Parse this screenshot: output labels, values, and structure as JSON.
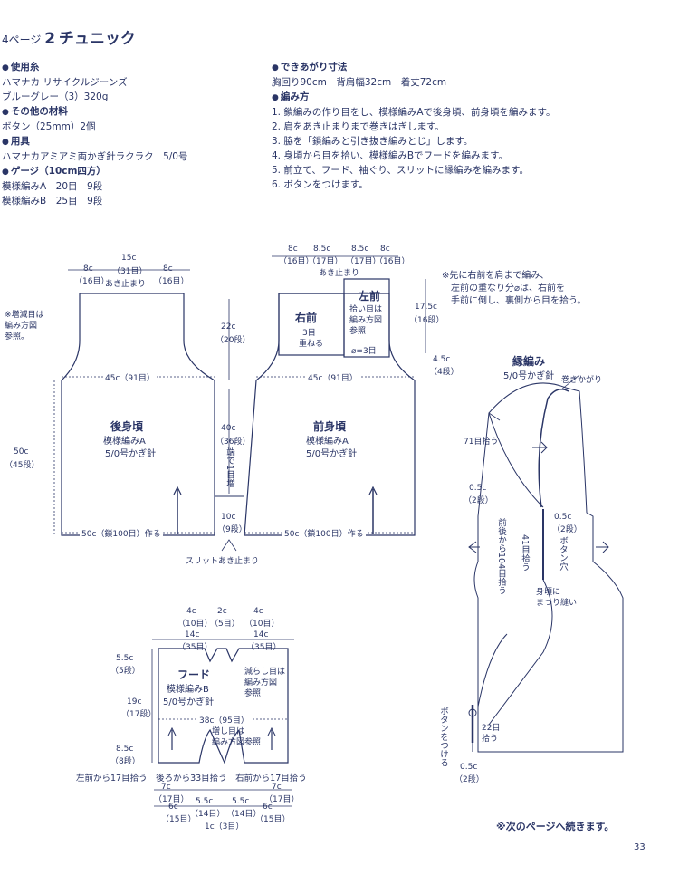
{
  "header": {
    "page_ref": "4ページ",
    "number": "2",
    "name": "チュニック"
  },
  "materials": {
    "yarn_title": "使用糸",
    "yarn_line1": "ハマナカ リサイクルジーンズ",
    "yarn_line2": "ブルーグレー（3）320g",
    "other_title": "その他の材料",
    "other_line1": "ボタン（25mm）2個",
    "tools_title": "用具",
    "tools_line1": "ハマナカアミアミ両かぎ針ラクラク　5/0号",
    "gauge_title": "ゲージ（10cm四方）",
    "gauge_line1": "模様編みA　20目　9段",
    "gauge_line2": "模様編みB　25目　9段"
  },
  "finished": {
    "title": "できあがり寸法",
    "line": "胸回り90cm　背肩幅32cm　着丈72cm"
  },
  "method": {
    "title": "編み方",
    "steps": [
      "1. 鎖編みの作り目をし、模様編みAで後身頃、前身頃を編みます。",
      "2. 肩をあき止まりまで巻きはぎします。",
      "3. 脇を「鎖編みと引き抜き編みとじ」します。",
      "4. 身頃から目を拾い、模様編みBでフードを編みます。",
      "5. 前立て、フード、袖ぐり、スリットに縁編みを編みます。",
      "6. ボタンをつけます。"
    ]
  },
  "back": {
    "top_15": "15c",
    "top_31": "（31目）",
    "top_8l": "8c",
    "top_16l": "（16目）",
    "top_8r": "8c",
    "top_16r": "（16目）",
    "opening": "あき止まり",
    "note1": "※増減目は",
    "note2": "編み方図",
    "note3": "参照。",
    "w45": "45c（91目）",
    "h50": "50c",
    "h45": "（45段）",
    "title": "後身頃",
    "pattern": "模様編みA",
    "hook": "5/0号かぎ針",
    "bottom": "50c（鎖100目）作る"
  },
  "center": {
    "h22": "22c",
    "r20": "（20段）",
    "h40": "40c",
    "r36": "（36段）",
    "inc": "端で1目増",
    "h10": "10c",
    "r9": "（9段）",
    "slit": "スリットあき止まり"
  },
  "front": {
    "t8a": "8c",
    "t16a": "（16目）",
    "t85a": "8.5c",
    "t17a": "（17目）",
    "t85b": "8.5c",
    "t17b": "（17目）",
    "t8b": "8c",
    "t16b": "（16目）",
    "opening": "あき止まり",
    "right": "右前",
    "overlap1": "3目",
    "overlap2": "重ねる",
    "left": "左前",
    "pick1": "拾い目は",
    "pick2": "編み方図",
    "pick3": "参照",
    "eq3": "⌀=3目",
    "h175": "17.5c",
    "r16": "（16段）",
    "h45": "4.5c",
    "r4": "（4段）",
    "w45": "45c（91目）",
    "title": "前身頃",
    "pattern": "模様編みA",
    "hook": "5/0号かぎ針",
    "bottom": "50c（鎖100目）作る"
  },
  "front_note": {
    "line1": "※先に右前を肩まで編み、",
    "line2": "左前の重なり分⌀は、右前を",
    "line3": "手前に倒し、裏側から目を拾う。"
  },
  "edging": {
    "title": "縁編み",
    "hook": "5/0号かぎ針",
    "wrap": "巻きかがり",
    "pick71": "71目拾う",
    "w05a": "0.5c",
    "r2a": "（2段）",
    "w05b": "0.5c",
    "r2b": "（2段）",
    "v104": "前後から104目拾う",
    "v41": "41目拾う",
    "buttonhole": "ボタン穴",
    "sew1": "身頃に",
    "sew2": "まつり縫い",
    "button": "ボタンをつける",
    "pick22a": "22目",
    "pick22b": "拾う",
    "w05c": "0.5c",
    "r2c": "（2段）"
  },
  "hood": {
    "t4a": "4c",
    "t10a": "（10目）",
    "t2": "2c",
    "t5": "（5目）",
    "t4b": "4c",
    "t10b": "（10目）",
    "t14a": "14c",
    "t35a": "（35目）",
    "t14b": "14c",
    "t35b": "（35目）",
    "h55": "5.5c",
    "r5": "（5段）",
    "h19": "19c",
    "r17": "（17段）",
    "h85": "8.5c",
    "r8": "（8段）",
    "title": "フード",
    "pattern": "模様編みB",
    "hook": "5/0号かぎ針",
    "dec1": "減らし目は",
    "dec2": "編み方図",
    "dec3": "参照",
    "w38": "38c（95目）",
    "inc1": "増し目は",
    "inc2": "編み方図参照",
    "pick": "左前から17目拾う　後ろから33目拾う　右前から17目拾う",
    "b7a": "7c",
    "b17a": "（17目）",
    "b7b": "7c",
    "b17b": "（17目）",
    "b6a": "6c",
    "b15a": "（15目）",
    "b55a": "5.5c",
    "b14a": "（14目）",
    "b55b": "5.5c",
    "b14b": "（14目）",
    "b6b": "6c",
    "b15b": "（15目）",
    "b1": "1c（3目）"
  },
  "footer": {
    "continue": "※次のページへ続きます。",
    "page": "33"
  }
}
